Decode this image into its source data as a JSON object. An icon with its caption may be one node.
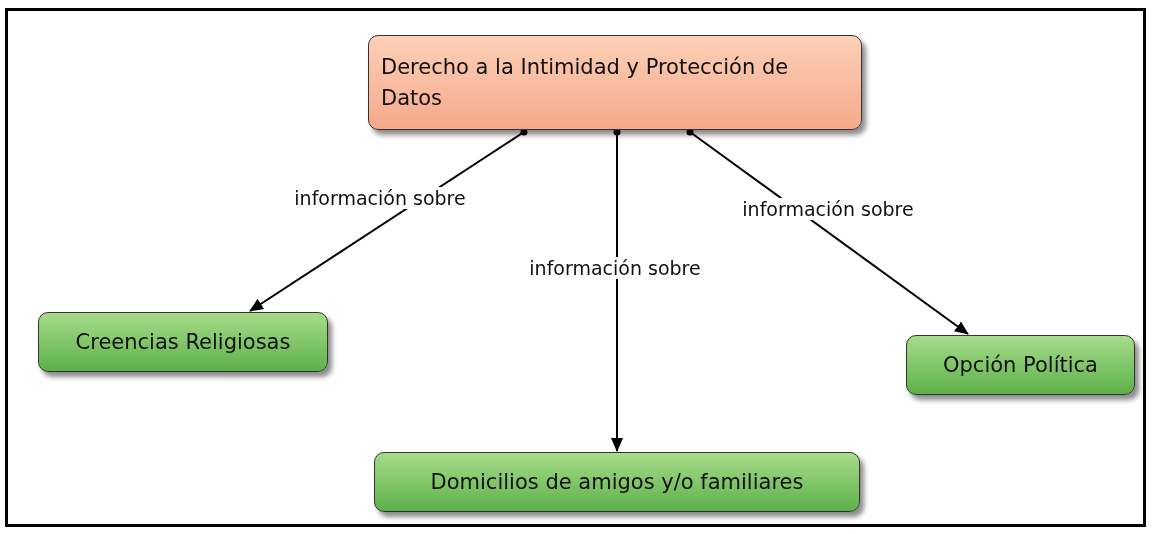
{
  "diagram": {
    "nodes": [
      {
        "text": [
          "Derecho a la Intimidad y Protección de Datos"
        ]
      },
      {
        "text": [
          "Creencias Religiosas"
        ]
      },
      {
        "text": [
          "Domicilios de amigos y/o familiares"
        ]
      },
      {
        "text": [
          "Opción Política"
        ]
      }
    ],
    "edges": [
      {
        "from": 0,
        "to": 1,
        "arrow": "to",
        "label": "información sobre"
      },
      {
        "from": 0,
        "to": 2,
        "arrow": "to",
        "label": "información sobre"
      },
      {
        "from": 0,
        "to": 3,
        "arrow": "to",
        "label": "información sobre"
      }
    ]
  }
}
